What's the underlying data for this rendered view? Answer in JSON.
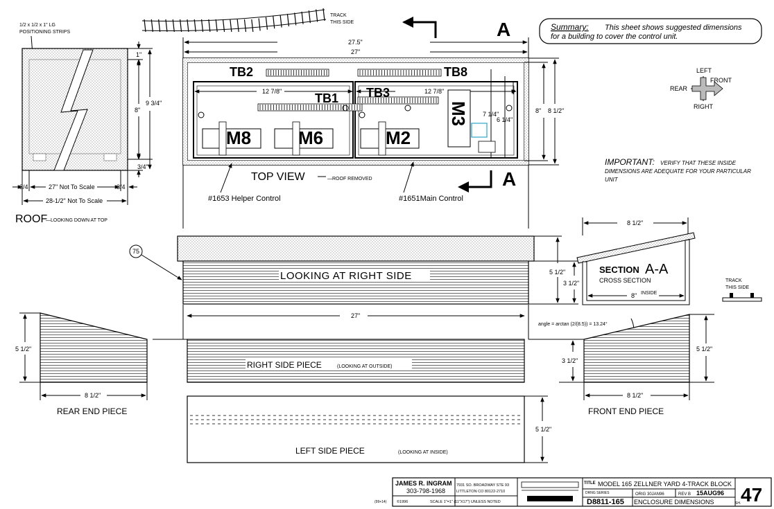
{
  "roof": {
    "strips_label_1": "1/2 x 1/2 x 1\" LG",
    "strips_label_2": "POSITIONING STRIPS",
    "dim_1": "1\"",
    "dim_8": "8\"",
    "dim_9_3_4": "9 3/4\"",
    "dim_3_4": "3/4\"",
    "dim_left_3_4": "3/4",
    "dim_27_nts": "27\" Not To Scale",
    "dim_right_3_4": "3/4",
    "dim_28_nts": "28-1/2\" Not To Scale",
    "title": "ROOF",
    "subtitle": "—LOOKING DOWN AT TOP"
  },
  "track_top": {
    "line1": "TRACK",
    "line2": "THIS SIDE"
  },
  "top_view": {
    "dim_27_5": "27.5\"",
    "dim_27": "27\"",
    "tb2": "TB2",
    "tb8": "TB8",
    "tb1": "TB1",
    "tb3": "TB3",
    "dim_12_7_8_left": "12 7/8\"",
    "dim_12_7_8_right": "12 7/8\"",
    "dim_7_1_4": "7 1/4\"",
    "dim_6_1_4": "6 1/4\"",
    "m8": "M8",
    "m6": "M6",
    "m2": "M2",
    "m3": "M3",
    "dim_8": "8\"",
    "dim_8_1_2": "8 1/2\"",
    "title": "TOP VIEW",
    "subtitle": "—ROOF REMOVED",
    "helper_label": "#1653 Helper Control",
    "main_label": "#1651Main Control",
    "section_letter_top": "A",
    "section_letter_bottom": "A"
  },
  "summary": {
    "heading": "Summary:",
    "line1": "This sheet shows suggested dimensions",
    "line2": "for a building to cover the control unit."
  },
  "compass": {
    "left": "LEFT",
    "front": "FRONT",
    "rear": "REAR",
    "right": "RIGHT"
  },
  "important": {
    "heading": "IMPORTANT:",
    "line1_rest": "VERIFY THAT THESE INSIDE",
    "line2": "DIMENSIONS ARE ADEQUATE FOR YOUR PARTICULAR",
    "line3": "UNIT"
  },
  "right_side_view": {
    "callout": "75",
    "label": "LOOKING AT RIGHT SIDE"
  },
  "section": {
    "dim_top": "8 1/2\"",
    "dim_5_1_2": "5 1/2\"",
    "dim_3_1_2": "3 1/2\"",
    "title": "SECTION",
    "letters": "A-A",
    "subtitle": "CROSS SECTION",
    "dim_8_inside": "8\"",
    "inside": "INSIDE"
  },
  "track_right": {
    "line1": "TRACK",
    "line2": "THIS SIDE"
  },
  "angle_note": "angle = arctan (2/(8.5)) = 13.24°",
  "pieces": {
    "dim_27": "27\"",
    "rear_height": "5 1/2\"",
    "rear_width": "8 1/2\"",
    "rear_label": "REAR END PIECE",
    "right_label": "RIGHT SIDE PIECE",
    "right_note": "(LOOKING AT OUTSIDE)",
    "left_label": "LEFT SIDE PIECE",
    "left_note": "(LOOKING AT INSIDE)",
    "left_height": "5 1/2\"",
    "front_inner_height": "3 1/2\"",
    "front_height": "5 1/2\"",
    "front_width": "8 1/2\"",
    "front_label": "FRONT END PIECE"
  },
  "title_block": {
    "author": "JAMES R. INGRAM",
    "phone": "303-798-1968",
    "address1": "7931 SO. BROADWAY STE 93",
    "address2": "LITTLETON CO 80122-2710",
    "copyright": "©1996",
    "scale_note": "SCALE 1\"=1\" (11\"X17\") UNLESS NOTED",
    "title_label": "TITLE",
    "title_line1": "MODEL 165 ZELLNER YARD 4-TRACK BLOCK",
    "title_line2": "ENCLOSURE DIMENSIONS",
    "drawing_series_label": "DRNG SERIES",
    "drawing_number": "D8811-165",
    "orig_label": "ORIG 30JAN96",
    "rev_label": "REV B",
    "rev_date": "15AUG96",
    "sheet_number": "47",
    "sheet_label": "SH.",
    "small_code": "(99+14)"
  }
}
